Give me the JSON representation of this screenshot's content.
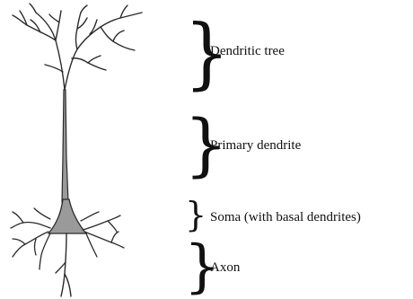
{
  "diagram": {
    "labels": [
      {
        "id": "dendritic-tree",
        "text": "Dendritic tree"
      },
      {
        "id": "primary-dendrite",
        "text": "Primary dendrite"
      },
      {
        "id": "soma",
        "text": "Soma (with basal dendrites)"
      },
      {
        "id": "axon",
        "text": "Axon"
      }
    ],
    "colors": {
      "ink": "#111111",
      "soma_fill": "#9a9a9a",
      "neurite": "#2b2b2b"
    }
  }
}
